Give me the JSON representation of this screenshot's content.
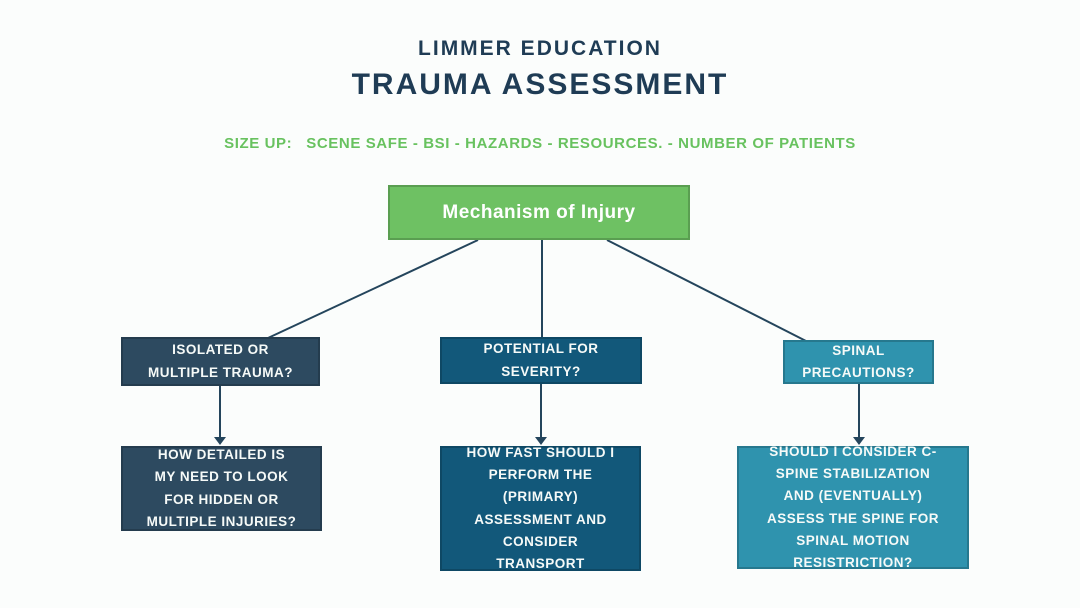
{
  "header": {
    "brand": "LIMMER EDUCATION",
    "title": "TRAUMA ASSESSMENT",
    "size_up_label": "SIZE UP:",
    "size_up_items": "SCENE SAFE - BSI - HAZARDS - RESOURCES. - NUMBER OF PATIENTS"
  },
  "colors": {
    "background": "#fbfdfc",
    "heading_text": "#1f3c55",
    "green_accent": "#68c25f",
    "green_box": "#6ec163",
    "navy_box": "#2d4a60",
    "blue_box": "#12587a",
    "teal_box": "#2f93ae",
    "connector": "#24455c",
    "box_text": "#f6faf8"
  },
  "flowchart": {
    "root": {
      "label": "Mechanism of Injury"
    },
    "branches": [
      {
        "question": "ISOLATED OR\nMULTIPLE TRAUMA?",
        "consideration": "HOW DETAILED IS\nMY NEED TO LOOK\nFOR HIDDEN OR\nMULTIPLE INJURIES?"
      },
      {
        "question": "POTENTIAL FOR\nSEVERITY?",
        "consideration": "HOW FAST SHOULD I\nPERFORM THE\n(PRIMARY)\nASSESSMENT AND\nCONSIDER\nTRANSPORT"
      },
      {
        "question": "SPINAL\nPRECAUTIONS?",
        "consideration": "SHOULD I CONSIDER C-\nSPINE STABILIZATION\nAND (EVENTUALLY)\nASSESS THE SPINE FOR\nSPINAL MOTION\nRESISTRICTION?"
      }
    ]
  }
}
